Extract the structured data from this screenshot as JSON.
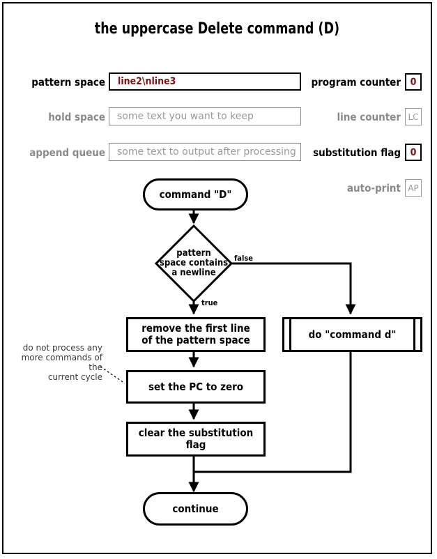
{
  "page": {
    "title": "the uppercase Delete command (D)"
  },
  "registers": {
    "left": [
      {
        "label": "pattern space",
        "value": "line2\\nline3",
        "placeholder": "",
        "state": "active"
      },
      {
        "label": "hold space",
        "value": "",
        "placeholder": "some text you want to keep",
        "state": "dim"
      },
      {
        "label": "append queue",
        "value": "",
        "placeholder": "some text to output after processing",
        "state": "dim"
      }
    ],
    "right": [
      {
        "label": "program counter",
        "value": "0",
        "state": "active"
      },
      {
        "label": "line counter",
        "value": "LC",
        "state": "dim"
      },
      {
        "label": "substitution flag",
        "value": "0",
        "state": "active"
      },
      {
        "label": "auto-print",
        "value": "AP",
        "state": "dim"
      }
    ]
  },
  "flowchart": {
    "type": "flowchart",
    "start": "command \"D\"",
    "decision": "pattern space contains a newline",
    "decision_lines": [
      "pattern",
      "space contains",
      "a newline"
    ],
    "edge_labels": {
      "false": "false",
      "true": "true"
    },
    "steps": [
      {
        "id": "remove-first-line",
        "lines": [
          "remove the first line",
          "of the pattern space"
        ],
        "shape": "process"
      },
      {
        "id": "set-pc-zero",
        "lines": [
          "set the PC to zero"
        ],
        "shape": "process"
      },
      {
        "id": "clear-subst-flag",
        "lines": [
          "clear the substitution",
          "flag"
        ],
        "shape": "process"
      },
      {
        "id": "do-command-d",
        "lines": [
          "do \"command d\""
        ],
        "shape": "subroutine"
      }
    ],
    "end": "continue",
    "annotation_lines": [
      "do not process any",
      "more commands of the",
      "current cycle"
    ]
  },
  "colors": {
    "value_red": "#7a1414",
    "dim_gray": "#8a8a8a",
    "ink": "#000000",
    "background": "#ffffff"
  }
}
